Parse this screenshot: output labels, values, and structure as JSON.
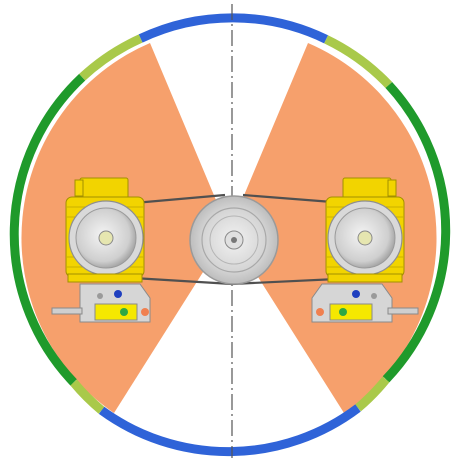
{
  "diagram": {
    "colors": {
      "background": "#ffffff",
      "ring_blue": "#2f63d8",
      "ring_green": "#1f9a2b",
      "ring_light_green": "#a9c94a",
      "sector_orange": "#f6a06c",
      "motor_yellow": "#f2d400",
      "motor_grey": "#c9c9c9",
      "belt": "#5a5a5a",
      "centerline": "#555555",
      "base_grey": "#d6d6d6",
      "panel_yellow": "#f5e800",
      "dot_blue": "#1f3fbf",
      "dot_green": "#2ea844",
      "dot_orange": "#f08050"
    },
    "ring_segments": [
      "blue-top",
      "lightgreen-right-upper",
      "green-right",
      "lightgreen-right-lower",
      "blue-bottom",
      "lightgreen-left-lower",
      "green-left",
      "lightgreen-left-upper"
    ],
    "components": [
      "left-motor",
      "right-motor",
      "center-pulley",
      "drive-belt",
      "left-tensioner-base",
      "right-tensioner-base",
      "left-sector",
      "right-sector",
      "vertical-centerline"
    ],
    "icons": [
      "motor-icon",
      "pulley-icon",
      "tensioner-base-icon"
    ]
  }
}
